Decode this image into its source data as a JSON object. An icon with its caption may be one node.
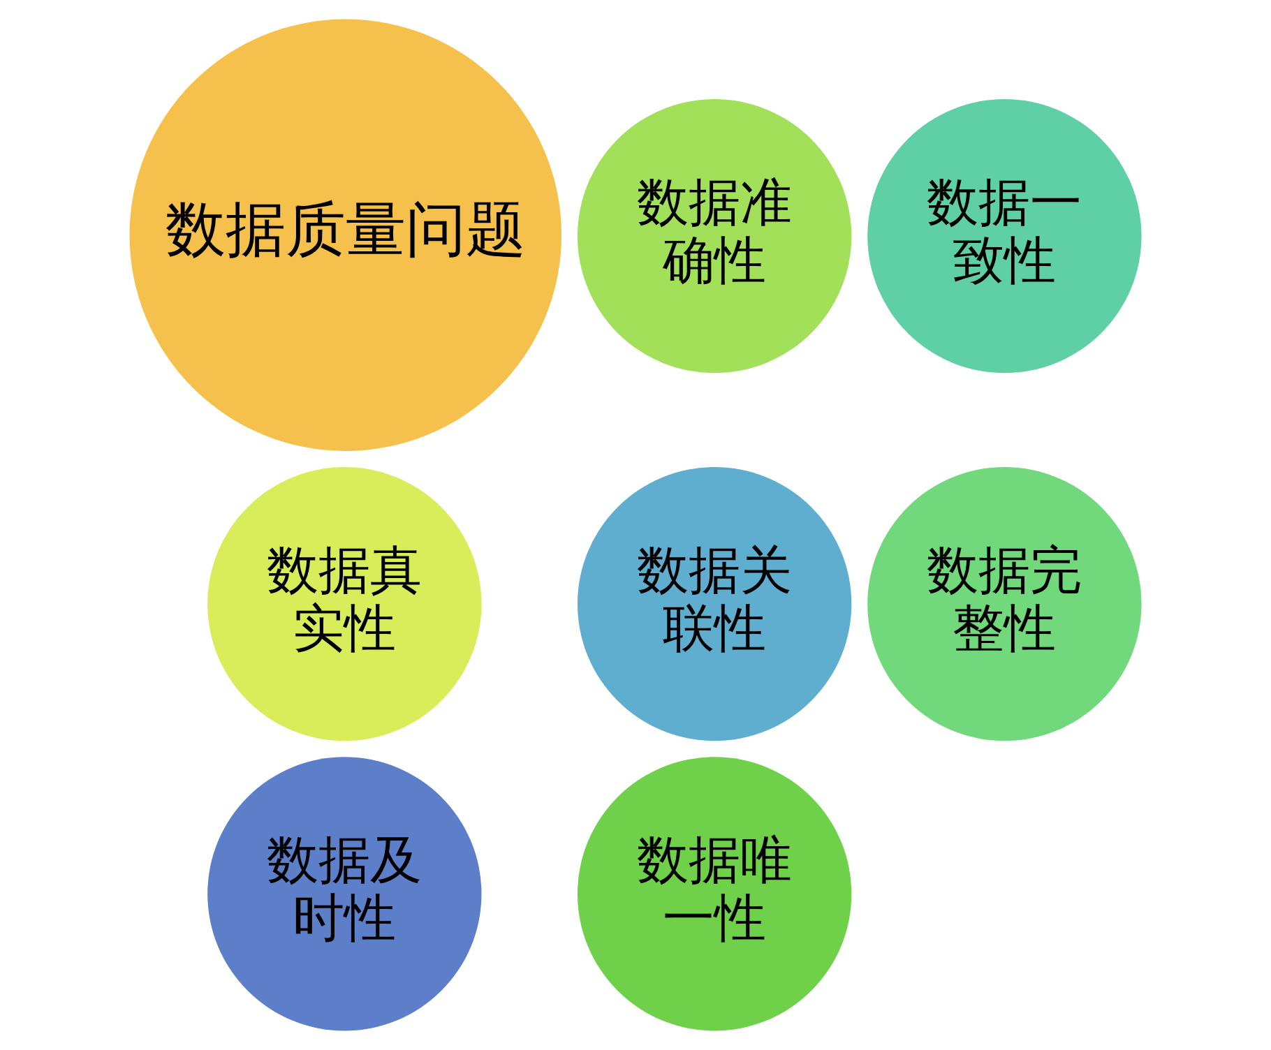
{
  "diagram": {
    "nodes": [
      {
        "text": [
          "数据真实性"
        ]
      },
      {
        "text": [
          "数据及时性"
        ]
      },
      {
        "text": [
          "数据准确性"
        ]
      },
      {
        "text": [
          "数据质量问题"
        ]
      },
      {
        "text": [
          "数据关联性"
        ]
      },
      {
        "text": [
          "数据唯一性"
        ]
      },
      {
        "text": [
          "数据一致性"
        ]
      },
      {
        "text": [
          "数据完整性"
        ]
      }
    ],
    "edges": []
  }
}
